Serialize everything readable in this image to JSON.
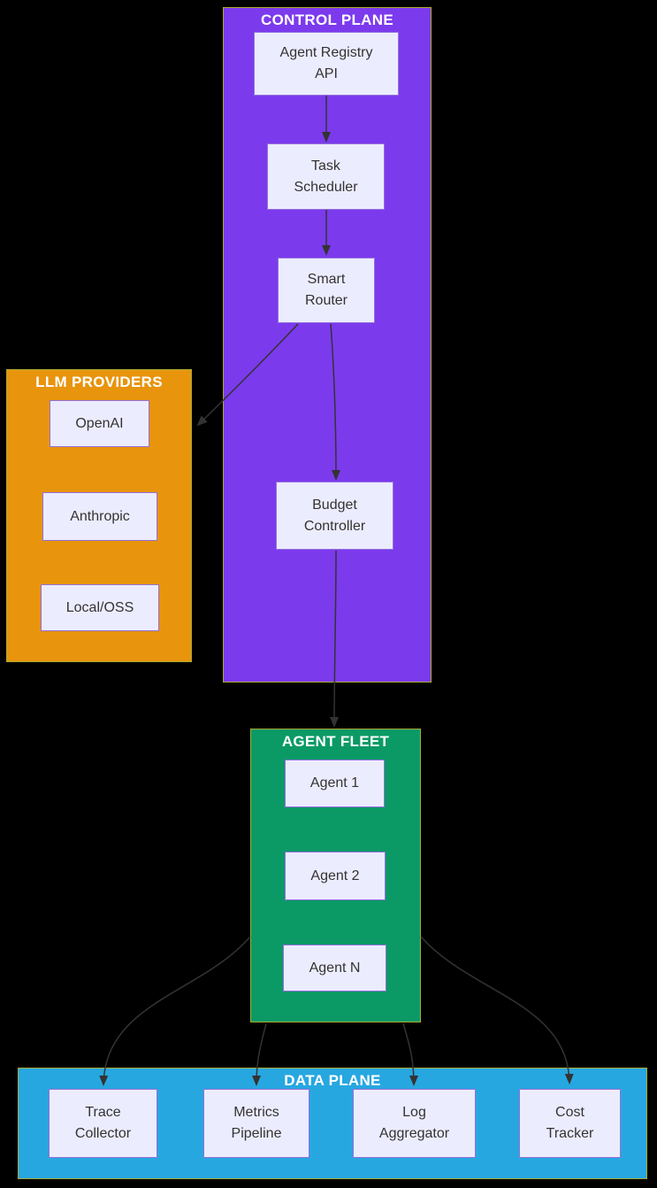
{
  "diagram": {
    "background": "#000000",
    "edge_color": "#333333",
    "cluster_style": {
      "border": "#AAAA33",
      "title_color": "#FFFFFF"
    },
    "node_style": {
      "fill": "#ECECFF",
      "border": "#9370DB",
      "text": "#333333"
    },
    "clusters": {
      "control_plane": {
        "label": "CONTROL PLANE",
        "fill": "#7C3AED",
        "children": [
          "agent_registry_api",
          "task_scheduler",
          "smart_router",
          "budget_controller"
        ]
      },
      "llm_providers": {
        "label": "LLM PROVIDERS",
        "fill": "#E8940D",
        "children": [
          "openai",
          "anthropic",
          "local_oss"
        ]
      },
      "agent_fleet": {
        "label": "AGENT FLEET",
        "fill": "#0B9A66",
        "children": [
          "agent_1",
          "agent_2",
          "agent_n"
        ]
      },
      "data_plane": {
        "label": "DATA PLANE",
        "fill": "#27A7E0",
        "children": [
          "trace_collector",
          "metrics_pipeline",
          "log_aggregator",
          "cost_tracker"
        ]
      }
    },
    "nodes": {
      "agent_registry_api": {
        "label": "Agent Registry\nAPI"
      },
      "task_scheduler": {
        "label": "Task\nScheduler"
      },
      "smart_router": {
        "label": "Smart\nRouter"
      },
      "budget_controller": {
        "label": "Budget\nController"
      },
      "openai": {
        "label": "OpenAI"
      },
      "anthropic": {
        "label": "Anthropic"
      },
      "local_oss": {
        "label": "Local/OSS"
      },
      "agent_1": {
        "label": "Agent 1"
      },
      "agent_2": {
        "label": "Agent 2"
      },
      "agent_n": {
        "label": "Agent N"
      },
      "trace_collector": {
        "label": "Trace\nCollector"
      },
      "metrics_pipeline": {
        "label": "Metrics\nPipeline"
      },
      "log_aggregator": {
        "label": "Log\nAggregator"
      },
      "cost_tracker": {
        "label": "Cost\nTracker"
      }
    },
    "edges": [
      {
        "from": "agent_registry_api",
        "to": "task_scheduler"
      },
      {
        "from": "task_scheduler",
        "to": "smart_router"
      },
      {
        "from": "smart_router",
        "to": "openai"
      },
      {
        "from": "smart_router",
        "to": "budget_controller"
      },
      {
        "from": "budget_controller",
        "to": "agent_fleet"
      },
      {
        "from": "agent_fleet",
        "to": "trace_collector"
      },
      {
        "from": "agent_fleet",
        "to": "metrics_pipeline"
      },
      {
        "from": "agent_fleet",
        "to": "log_aggregator"
      },
      {
        "from": "agent_fleet",
        "to": "cost_tracker"
      }
    ]
  }
}
